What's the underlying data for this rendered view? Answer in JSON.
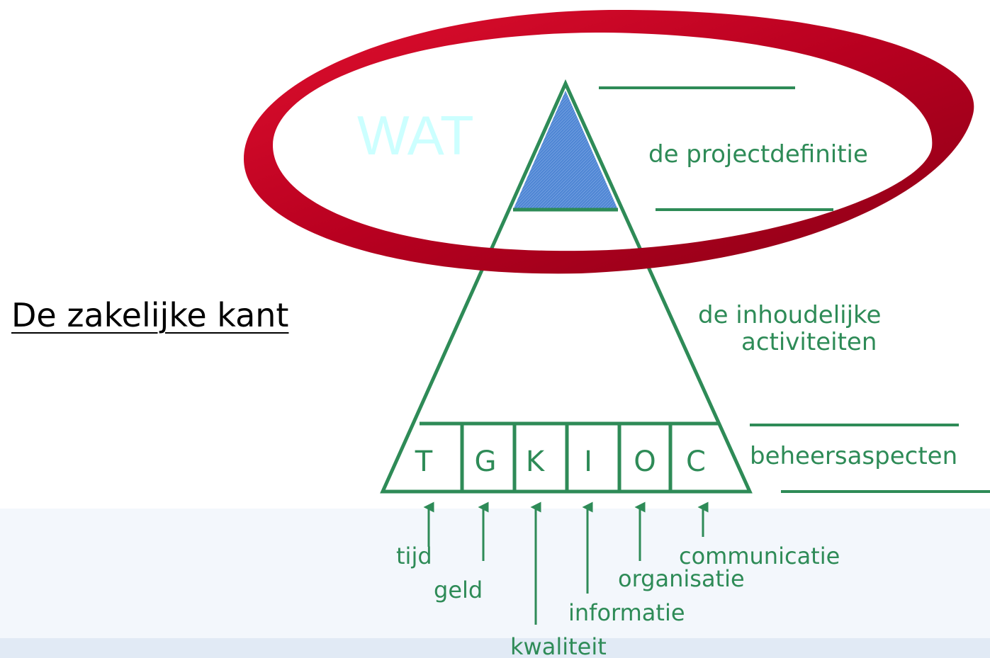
{
  "title": "De zakelijke kant",
  "highlight_word": "WAT",
  "levels": {
    "top": "de projectdefinitie",
    "middle_line1": "de inhoudelijke",
    "middle_line2": "activiteiten",
    "bottom": "beheersaspecten"
  },
  "aspects": [
    {
      "letter": "T",
      "word": "tijd"
    },
    {
      "letter": "G",
      "word": "geld"
    },
    {
      "letter": "K",
      "word": "kwaliteit"
    },
    {
      "letter": "I",
      "word": "informatie"
    },
    {
      "letter": "O",
      "word": "organisatie"
    },
    {
      "letter": "C",
      "word": "communicatie"
    }
  ],
  "colors": {
    "green": "#2e8b57",
    "ring": "#b00020",
    "wat": "#ccffff",
    "apex_fill": "#4f86d4"
  }
}
